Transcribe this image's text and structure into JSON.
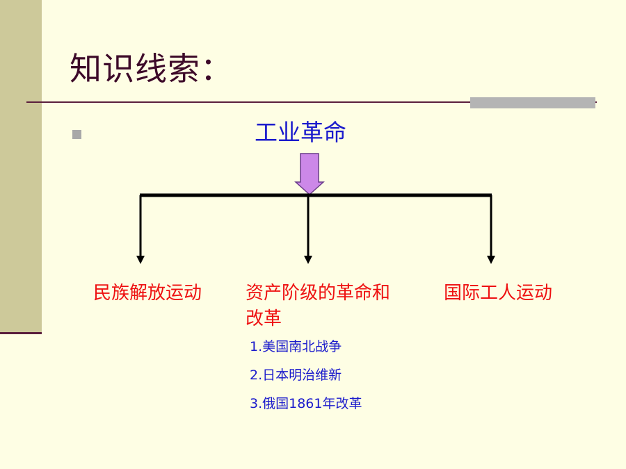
{
  "slide": {
    "title": "知识线索：",
    "root": "工业革命",
    "branches": {
      "left": "民族解放运动",
      "middle": "资产阶级的革命和改革",
      "right": "国际工人运动"
    },
    "sub_items": [
      "1.美国南北战争",
      "2.日本明治维新",
      "3.俄国1861年改革"
    ]
  },
  "colors": {
    "background": "#FEFEE4",
    "sidebar": "#CDC99A",
    "title_text": "#3D0A29",
    "root_text": "#1A1ACC",
    "branch_text": "#EE1111",
    "sub_item_text": "#1A1ACC",
    "down_arrow_fill": "#CC88E8"
  }
}
